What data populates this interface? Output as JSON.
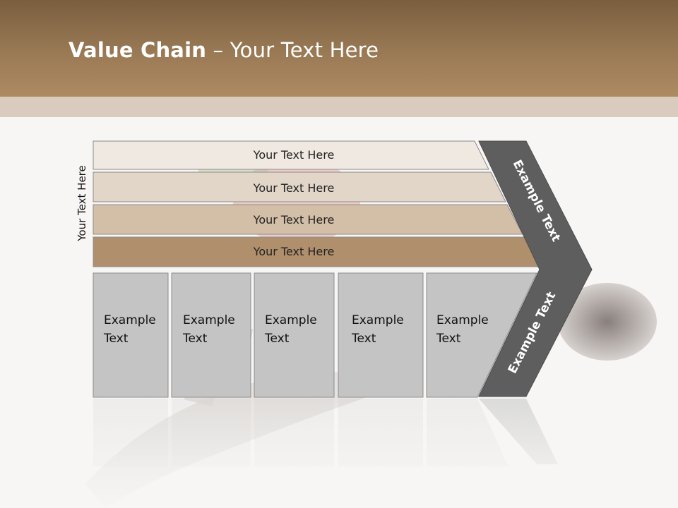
{
  "title": {
    "bold": "Value Chain",
    "rest": " – Your Text Here"
  },
  "side_label": "Your Text Here",
  "rows": [
    {
      "label": "Your Text Here",
      "color": "#f0e9e2"
    },
    {
      "label": "Your Text Here",
      "color": "#e2d6c9"
    },
    {
      "label": "Your Text Here",
      "color": "#d3bea7"
    },
    {
      "label": "Your Text Here",
      "color": "#b08f6c"
    }
  ],
  "boxes": [
    {
      "line1": "Example",
      "line2": "Text"
    },
    {
      "line1": "Example",
      "line2": "Text"
    },
    {
      "line1": "Example",
      "line2": "Text"
    },
    {
      "line1": "Example",
      "line2": "Text"
    },
    {
      "line1": "Example",
      "line2": "Text"
    }
  ],
  "chevron": {
    "upper_text": "Example Text",
    "lower_text": "Example Text",
    "color": "#5e5e5e"
  },
  "box_color": "#c4c4c4"
}
